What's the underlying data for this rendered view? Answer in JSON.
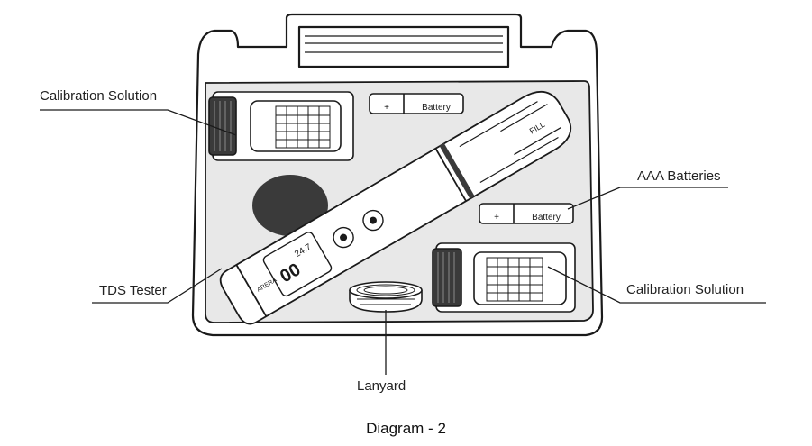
{
  "labels": {
    "calibration_solution_left": "Calibration Solution",
    "aaa_batteries": "AAA Batteries",
    "tds_tester": "TDS Tester",
    "calibration_solution_right": "Calibration Solution",
    "lanyard": "Lanyard"
  },
  "battery_text": "Battery",
  "battery_plus": "+",
  "tester": {
    "display_value": "00",
    "display_temp": "24.7",
    "cap_text": "FILL",
    "logo_text": "ARERA"
  },
  "caption": "Diagram - 2",
  "colors": {
    "line": "#1a1a1a",
    "case_fill": "#e8e8e8",
    "bg": "#ffffff"
  }
}
